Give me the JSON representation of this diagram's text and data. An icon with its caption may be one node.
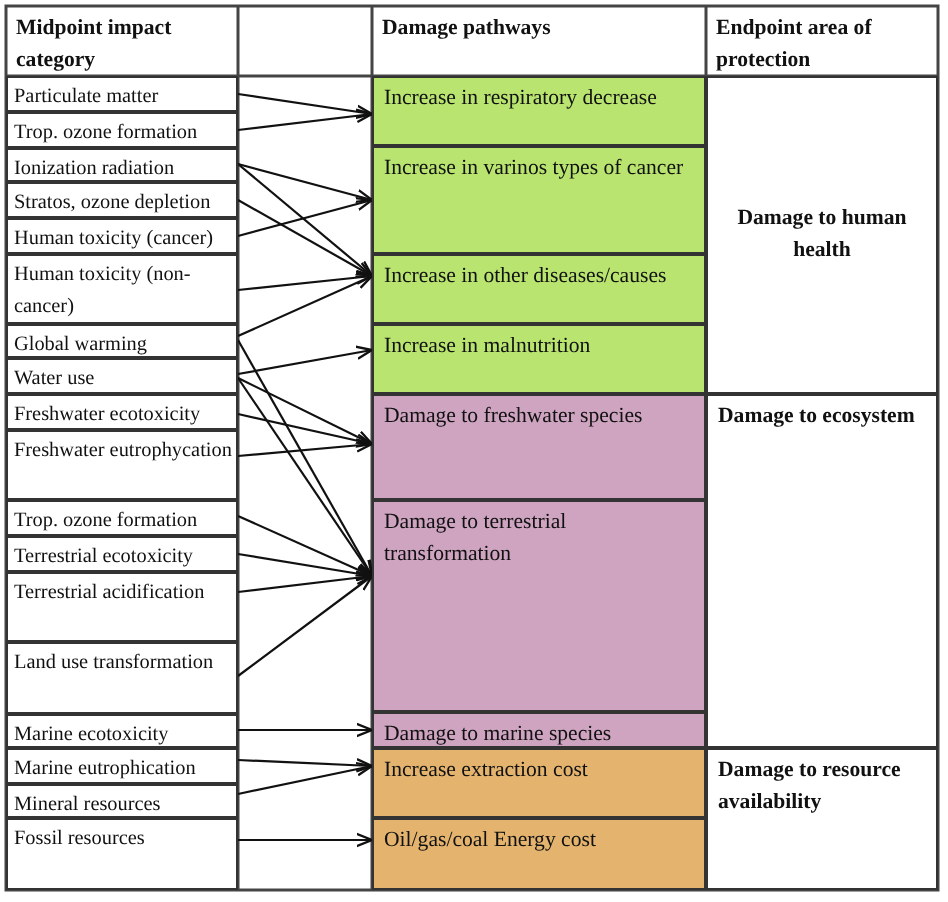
{
  "diagram": {
    "nodes": [
      {
        "text": [
          "Particulate matter"
        ]
      },
      {
        "text": [
          "Trop. ozone formation"
        ]
      },
      {
        "text": [
          "Ionization radiation"
        ]
      },
      {
        "text": [
          "Stratos, ozone depletion"
        ]
      },
      {
        "text": [
          "Human toxicity (cancer)"
        ]
      },
      {
        "text": [
          "Human toxicity (non-cancer)"
        ]
      },
      {
        "text": [
          "Global warming"
        ]
      },
      {
        "text": [
          "Water use"
        ]
      },
      {
        "text": [
          "Freshwater ecotoxicity"
        ]
      },
      {
        "text": [
          "Freshwater eutrophycation"
        ]
      },
      {
        "text": [
          "Trop. ozone formation"
        ]
      },
      {
        "text": [
          "Terrestrial ecotoxicity"
        ]
      },
      {
        "text": [
          "Terrestrial acidification"
        ]
      },
      {
        "text": [
          "Land use transformation"
        ]
      },
      {
        "text": [
          "Marine ecotoxicity"
        ]
      },
      {
        "text": [
          "Marine eutrophication"
        ]
      },
      {
        "text": [
          "Mineral resources"
        ]
      },
      {
        "text": [
          "Fossil resources"
        ]
      },
      {
        "text": [
          "Increase in respiratory decrease"
        ]
      },
      {
        "text": [
          "Increase in varinos types of cancer"
        ]
      },
      {
        "text": [
          "Increase in other diseases/causes"
        ]
      },
      {
        "text": [
          "Increase in malnutrition"
        ]
      },
      {
        "text": [
          "Damage to freshwater species"
        ]
      },
      {
        "text": [
          "Damage to terrestrial transformation"
        ]
      },
      {
        "text": [
          "Damage to marine species"
        ]
      },
      {
        "text": [
          "Increase extraction cost"
        ]
      },
      {
        "text": [
          "Oil/gas/coal Energy cost"
        ]
      },
      {
        "text": [
          "Damage to human health"
        ]
      },
      {
        "text": [
          "Damage to ecosystem"
        ]
      },
      {
        "text": [
          "Damage to resource availability"
        ]
      }
    ],
    "edges": [
      {
        "from": 0,
        "to": 18,
        "arrow": "to"
      },
      {
        "from": 1,
        "to": 18,
        "arrow": "to"
      },
      {
        "from": 2,
        "to": 19,
        "arrow": "to"
      },
      {
        "from": 2,
        "to": 20,
        "arrow": "to"
      },
      {
        "from": 3,
        "to": 20,
        "arrow": "to"
      },
      {
        "from": 4,
        "to": 19,
        "arrow": "to"
      },
      {
        "from": 5,
        "to": 20,
        "arrow": "to"
      },
      {
        "from": 6,
        "to": 20,
        "arrow": "to"
      },
      {
        "from": 6,
        "to": 23,
        "arrow": "to"
      },
      {
        "from": 7,
        "to": 21,
        "arrow": "to"
      },
      {
        "from": 7,
        "to": 22,
        "arrow": "to"
      },
      {
        "from": 7,
        "to": 23,
        "arrow": "to"
      },
      {
        "from": 8,
        "to": 22,
        "arrow": "to"
      },
      {
        "from": 9,
        "to": 22,
        "arrow": "to"
      },
      {
        "from": 10,
        "to": 23,
        "arrow": "to"
      },
      {
        "from": 11,
        "to": 23,
        "arrow": "to"
      },
      {
        "from": 12,
        "to": 23,
        "arrow": "to"
      },
      {
        "from": 13,
        "to": 23,
        "arrow": "to"
      },
      {
        "from": 14,
        "to": 24,
        "arrow": "to"
      },
      {
        "from": 15,
        "to": 25,
        "arrow": "to"
      },
      {
        "from": 16,
        "to": 25,
        "arrow": "to"
      },
      {
        "from": 17,
        "to": 26,
        "arrow": "to"
      }
    ],
    "labels": [
      "Midpoint impact category",
      "Damage pathways",
      "Endpoint area of protection"
    ]
  }
}
